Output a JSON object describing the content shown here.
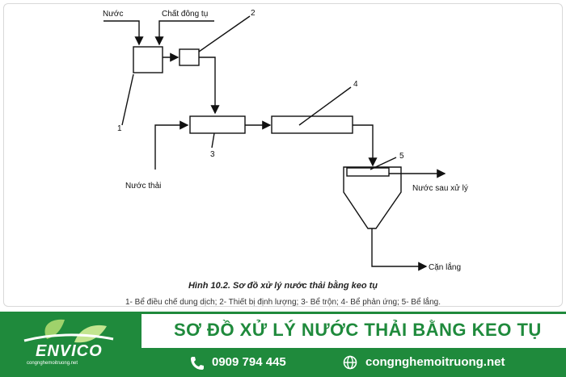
{
  "diagram": {
    "labels": {
      "water": "Nước",
      "coagulant": "Chất đông tụ",
      "wastewater": "Nước thải",
      "treated": "Nước sau xử lý",
      "sludge": "Cặn lắng",
      "n1": "1",
      "n2": "2",
      "n3": "3",
      "n4": "4",
      "n5": "5"
    },
    "caption_title": "Hình 10.2. Sơ đồ xử lý nước thải bằng keo tụ",
    "caption_legend": "1- Bể điều chế dung dịch; 2- Thiết bị định lượng; 3- Bể trộn; 4- Bể phản ứng; 5- Bể lắng."
  },
  "banner": {
    "title": "SƠ ĐỒ XỬ LÝ NƯỚC THẢI BẰNG KEO TỤ",
    "phone": "0909 794 445",
    "website": "congnghemoitruong.net",
    "logo": "ENVICO",
    "logo_sub": "congnghemoitruong.net",
    "brand_color": "#1f8a3c"
  }
}
